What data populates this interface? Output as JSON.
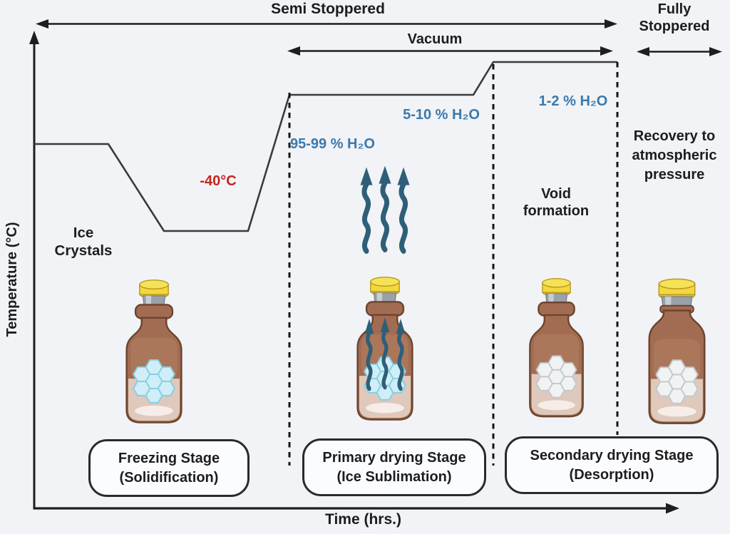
{
  "top": {
    "semi_stoppered": "Semi Stoppered",
    "vacuum": "Vacuum",
    "fully_stoppered": "Fully\nStoppered"
  },
  "axes": {
    "y_label": "Temperature (°C)",
    "x_label": "Time (hrs.)"
  },
  "annotations": {
    "freeze_temp": "-40°C",
    "ice_crystals": "Ice\nCrystals",
    "water_95_99": "95-99 % H₂O",
    "water_5_10": "5-10 % H₂O",
    "water_1_2": "1-2 % H₂O",
    "void_formation": "Void\nformation",
    "recovery": "Recovery to\natmospheric\npressure"
  },
  "stages": [
    {
      "title": "Freezing Stage",
      "subtitle": "(Solidification)"
    },
    {
      "title": "Primary drying Stage",
      "subtitle": "(Ice Sublimation)"
    },
    {
      "title": "Secondary drying Stage",
      "subtitle": "(Desorption)"
    }
  ],
  "icons": {
    "freezing_vial": "amber-vial-semi-stoppered-blue-ice",
    "primary_drying_vial": "amber-vial-semi-stoppered-blue-ice-subliming",
    "secondary_drying_vial": "amber-vial-semi-stoppered-white-cake",
    "fully_stoppered_vial": "amber-vial-fully-stoppered-white-cake",
    "sublimation_arrows": "three-wavy-up-arrows"
  },
  "colors": {
    "background": "#f1f3f6",
    "curve_line": "#3b3b3b",
    "dashed_divider": "#141414",
    "blue_text": "#3a79ad",
    "red_text": "#c4251f",
    "sublimation_arrow": "#2f5f78",
    "vial_body": "#a26c52",
    "vial_outline": "#6b432e",
    "cap_yellow": "#f2d73e",
    "cap_band_gray": "#9aa1a8",
    "ice_blue": "#cfeef7",
    "ice_white": "#f1f2f3"
  }
}
